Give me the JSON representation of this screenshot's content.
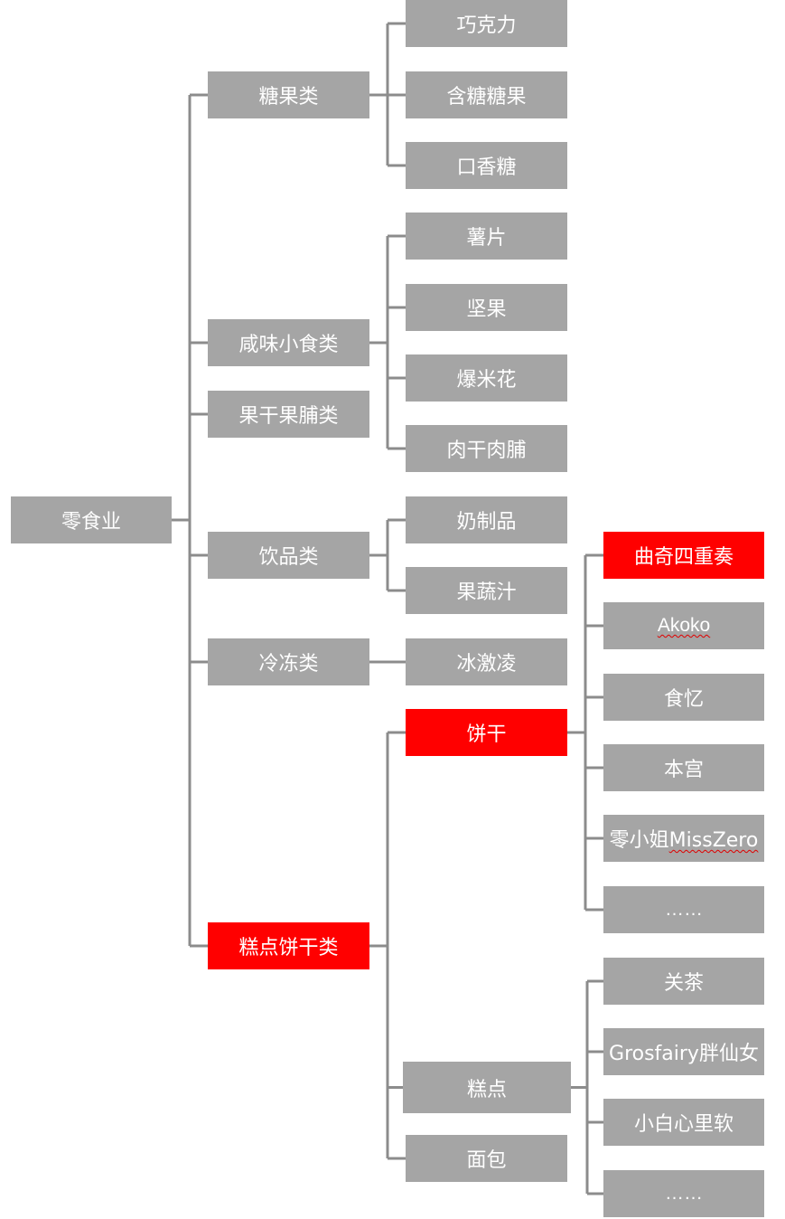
{
  "diagram": {
    "root": {
      "label": "零食业"
    },
    "colors": {
      "node": "#a5a5a5",
      "highlight": "#ff0000",
      "line": "#8c8c8c",
      "text": "#ffffff"
    },
    "categories": [
      {
        "label": "糖果类",
        "children": [
          {
            "label": "巧克力"
          },
          {
            "label": "含糖糖果"
          },
          {
            "label": "口香糖"
          }
        ]
      },
      {
        "label": "咸味小食类",
        "children": [
          {
            "label": "薯片"
          },
          {
            "label": "坚果"
          },
          {
            "label": "爆米花"
          },
          {
            "label": "肉干肉脯"
          }
        ]
      },
      {
        "label": "果干果脯类",
        "children": []
      },
      {
        "label": "饮品类",
        "children": [
          {
            "label": "奶制品"
          },
          {
            "label": "果蔬汁"
          }
        ]
      },
      {
        "label": "冷冻类",
        "children": [
          {
            "label": "冰激凌"
          }
        ]
      },
      {
        "label": "糕点饼干类",
        "highlighted": true,
        "children": [
          {
            "label": "饼干",
            "highlighted": true,
            "brands": [
              {
                "label": "曲奇四重奏",
                "highlighted": true
              },
              {
                "label": "Akoko",
                "spellcheck": true
              },
              {
                "label": "食忆"
              },
              {
                "label": "本宫"
              },
              {
                "label_cn": "零小姐",
                "label_en": "MissZero",
                "spellcheck": true
              },
              {
                "label": "……"
              }
            ]
          },
          {
            "label": "糕点",
            "brands": [
              {
                "label": "关茶"
              },
              {
                "label_en": "Grosfairy",
                "label_cn": "胖仙女"
              },
              {
                "label": "小白心里软"
              },
              {
                "label": "……"
              }
            ]
          },
          {
            "label": "面包",
            "brands": []
          }
        ]
      }
    ]
  }
}
